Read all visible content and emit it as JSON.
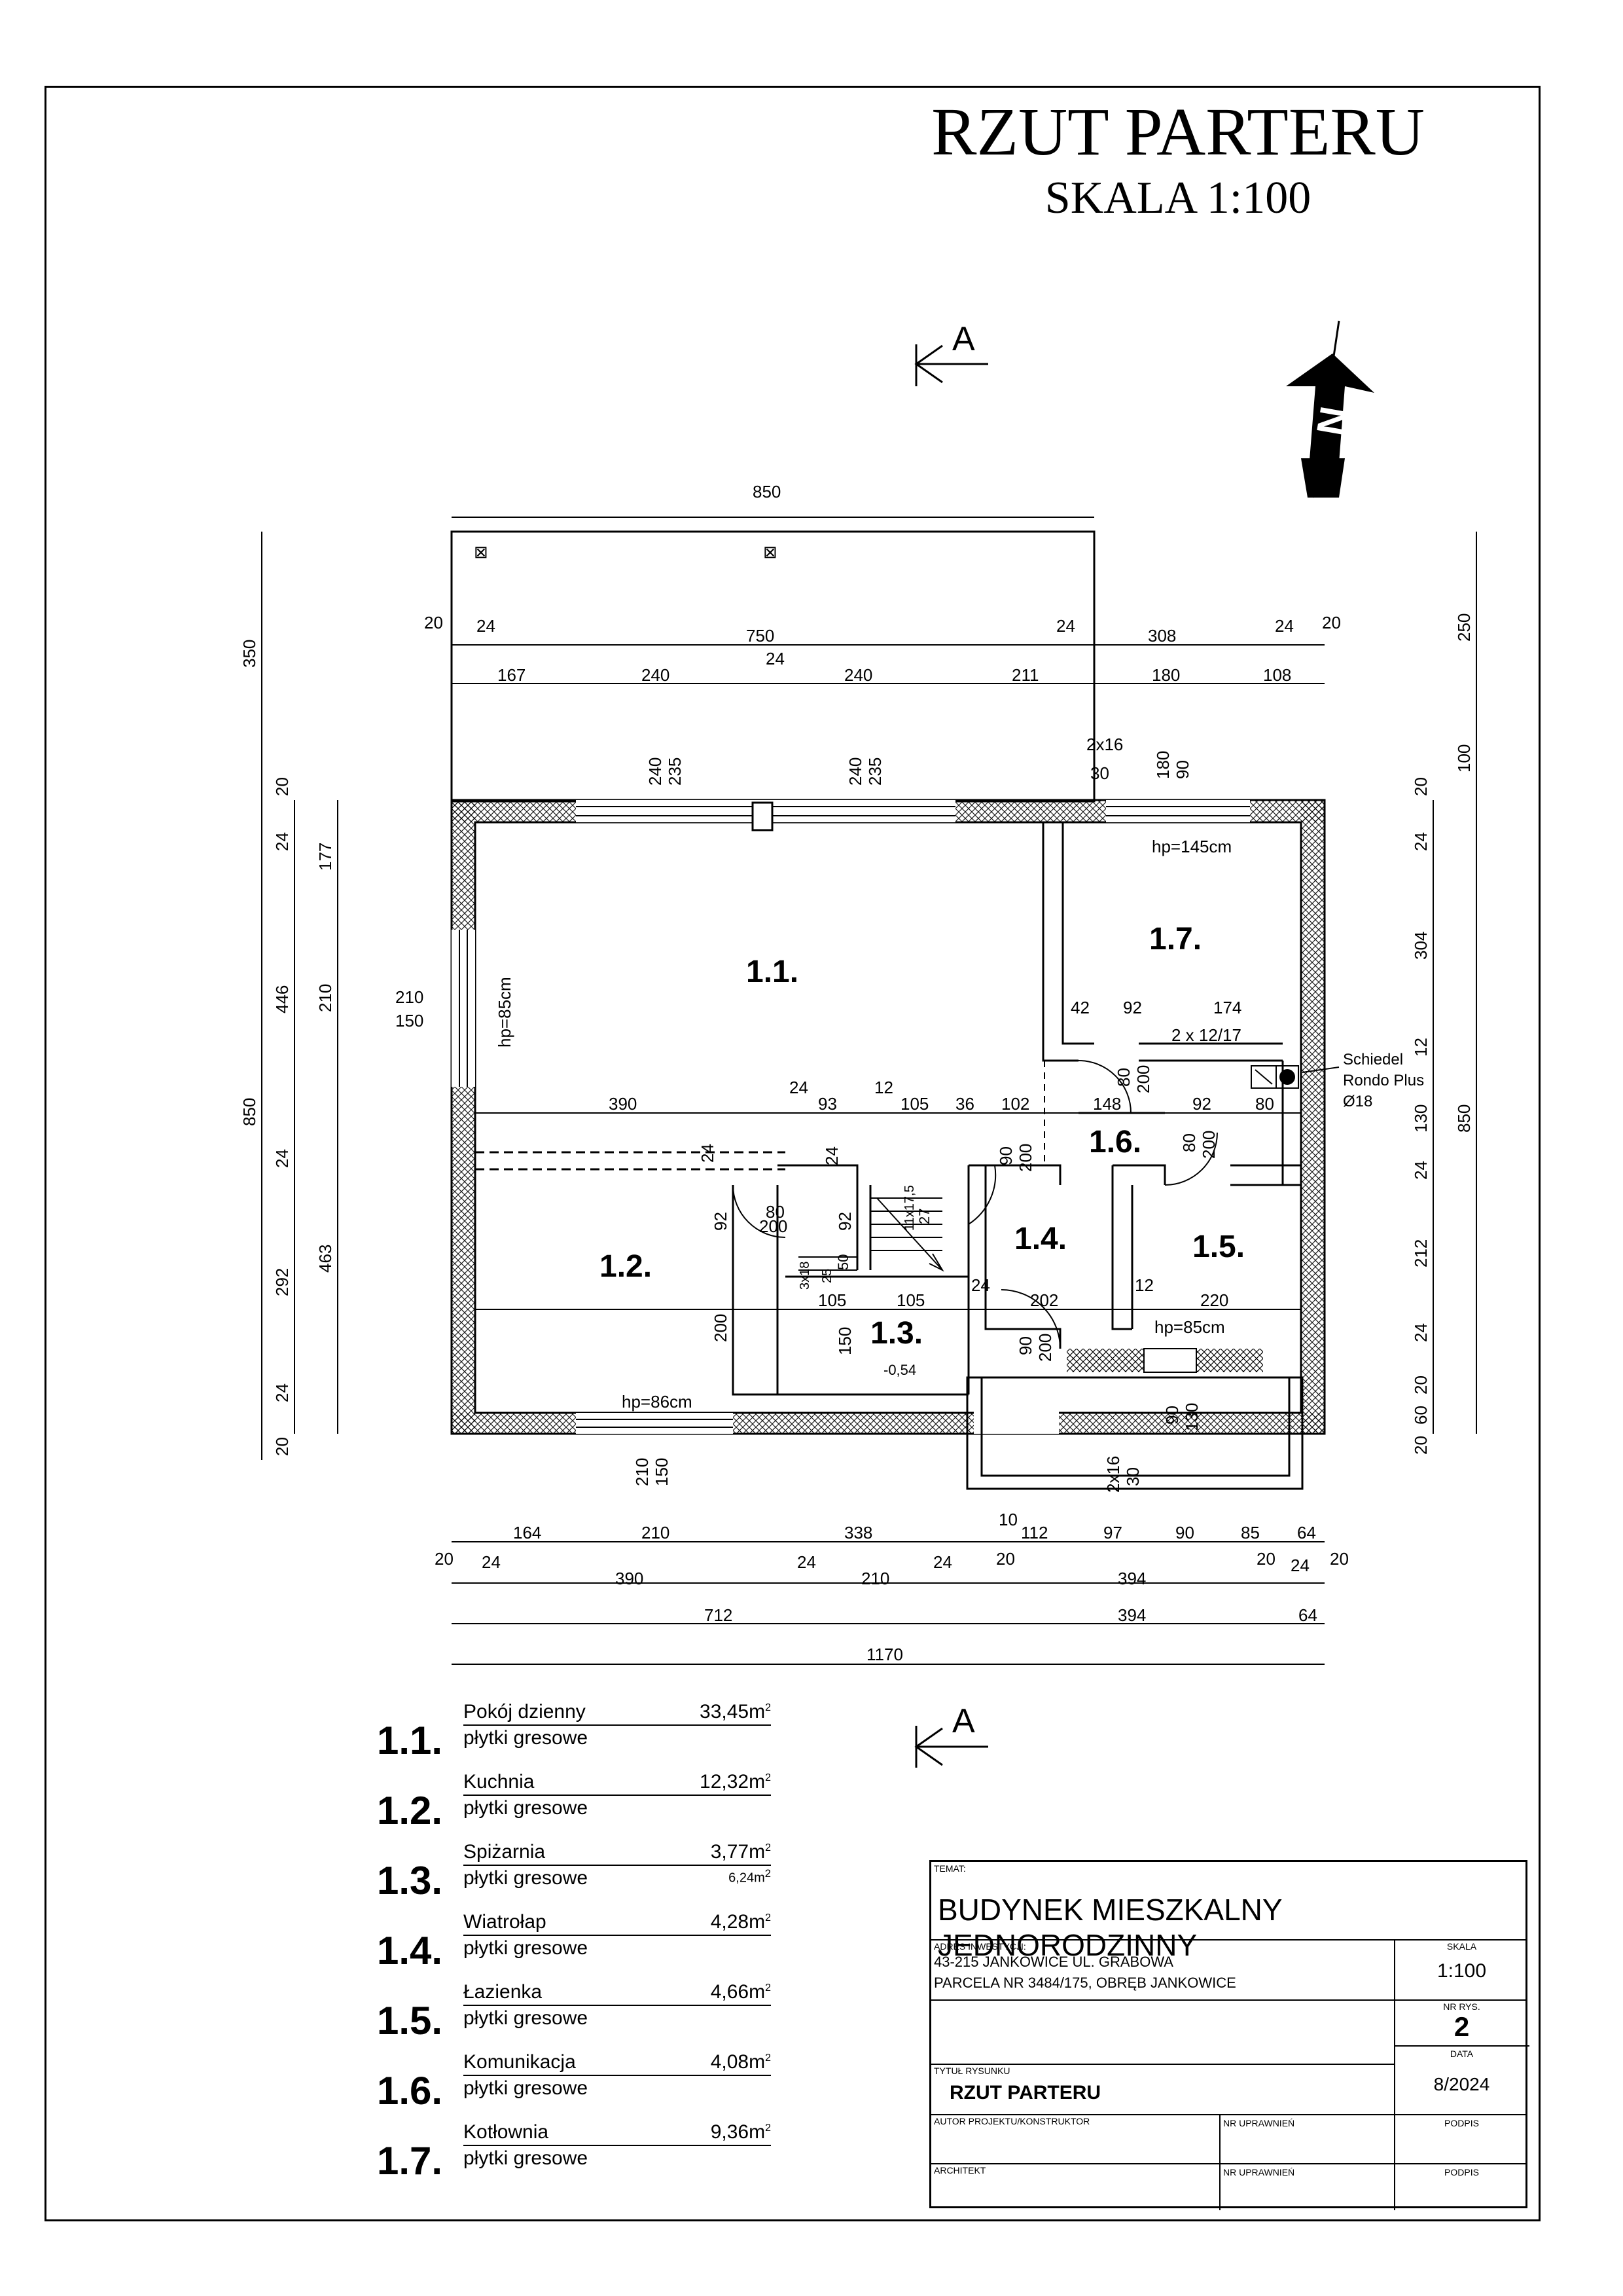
{
  "header": {
    "title": "RZUT PARTERU",
    "subtitle": "SKALA 1:100"
  },
  "section_marker": {
    "letter": "A"
  },
  "north_arrow": {
    "letter": "N",
    "icon": "north-arrow-icon"
  },
  "dimensions": {
    "top_overall": "850",
    "top_row1": [
      "20",
      "24",
      "750",
      "24",
      "308",
      "24",
      "20"
    ],
    "top_row2": [
      "167",
      "240",
      "24",
      "240",
      "211",
      "180",
      "108"
    ],
    "left_outer": [
      "350",
      "850"
    ],
    "left_inner": [
      "20",
      "24",
      "446",
      "24",
      "292",
      "24",
      "20"
    ],
    "left_inner2": [
      "177",
      "210",
      "463"
    ],
    "right_outer": [
      "250",
      "100",
      "850"
    ],
    "right_inner": [
      "20",
      "24",
      "304",
      "12",
      "130",
      "24",
      "212",
      "24",
      "20",
      "60",
      "20"
    ],
    "bottom_row1": [
      "164",
      "210",
      "338",
      "10",
      "112",
      "97",
      "90",
      "85",
      "64"
    ],
    "bottom_row2": [
      "20",
      "24",
      "390",
      "24",
      "210",
      "24",
      "20",
      "394",
      "20",
      "24",
      "20"
    ],
    "bottom_row3": [
      "712",
      "394",
      "64"
    ],
    "bottom_overall": "1170",
    "window_top": [
      "240",
      "235",
      "240",
      "235"
    ],
    "window_17": [
      "180",
      "90"
    ],
    "window_side": [
      "210",
      "150"
    ],
    "window_bottom": [
      "210",
      "150"
    ],
    "beam": "2x16",
    "beam_val": "30",
    "beam_bottom": "2x16",
    "beam_bottom_val": "30",
    "interior": {
      "row_a": [
        "390",
        "24",
        "93",
        "12",
        "105",
        "36",
        "102",
        "148",
        "92",
        "80"
      ],
      "row_17": [
        "42",
        "92",
        "174"
      ],
      "stair": "2 x 12/17",
      "door_17": [
        "80",
        "200"
      ],
      "door_14a": [
        "90",
        "200"
      ],
      "door_15": [
        "80",
        "200"
      ],
      "door_12": [
        "80",
        "200"
      ],
      "door_14b": [
        "90",
        "200"
      ],
      "door_ext": [
        "90",
        "130"
      ],
      "kitchen": [
        "24",
        "92",
        "200",
        "24",
        "92"
      ],
      "pantry": [
        "105",
        "105",
        "150",
        "3x18",
        "25",
        "50"
      ],
      "stair_label": "11x17,5",
      "stair_label2": "27",
      "hall": [
        "24",
        "202",
        "12",
        "220"
      ],
      "level": "-0,54"
    },
    "heights": {
      "h17": "hp=145cm",
      "h11": "hp=85cm",
      "h12": "hp=86cm",
      "h15": "hp=85cm"
    }
  },
  "chimney": {
    "name": "Schiedel",
    "model": "Rondo Plus",
    "diameter": "Ø18"
  },
  "rooms": [
    {
      "num": "1.1.",
      "name": "Pokój dzienny",
      "area": "33,45m",
      "floor": "płytki gresowe",
      "extra": ""
    },
    {
      "num": "1.2.",
      "name": "Kuchnia",
      "area": "12,32m",
      "floor": "płytki gresowe",
      "extra": ""
    },
    {
      "num": "1.3.",
      "name": "Spiżarnia",
      "area": "3,77m",
      "floor": "płytki gresowe",
      "extra": "6,24m"
    },
    {
      "num": "1.4.",
      "name": "Wiatrołap",
      "area": "4,28m",
      "floor": "płytki gresowe",
      "extra": ""
    },
    {
      "num": "1.5.",
      "name": "Łazienka",
      "area": "4,66m",
      "floor": "płytki gresowe",
      "extra": ""
    },
    {
      "num": "1.6.",
      "name": "Komunikacja",
      "area": "4,08m",
      "floor": "płytki gresowe",
      "extra": ""
    },
    {
      "num": "1.7.",
      "name": "Kotłownia",
      "area": "9,36m",
      "floor": "płytki gresowe",
      "extra": ""
    }
  ],
  "area_unit_sup": "2",
  "title_block": {
    "temat_label": "TEMAT:",
    "temat": "BUDYNEK MIESZKALNY JEDNORODZINNY",
    "adres_label": "ADRES INWESTYCJI:",
    "adres1": "43-215 JANKOWICE  UL. GRABOWA",
    "adres2": "PARCELA NR 3484/175, OBRĘB JANKOWICE",
    "skala_label": "SKALA",
    "skala": "1:100",
    "nr_rys_label": "NR RYS.",
    "nr_rys": "2",
    "tytul_label": "TYTUŁ RYSUNKU",
    "tytul": "RZUT PARTERU",
    "data_label": "DATA",
    "data": "8/2024",
    "autor_label": "AUTOR PROJEKTU/KONSTRUKTOR",
    "nr_upr_label": "NR UPRAWNIEŃ",
    "podpis_label": "PODPIS",
    "architekt_label": "ARCHITEKT",
    "nr_upr_label2": "NR UPRAWNIEŃ",
    "podpis_label2": "PODPIS"
  }
}
